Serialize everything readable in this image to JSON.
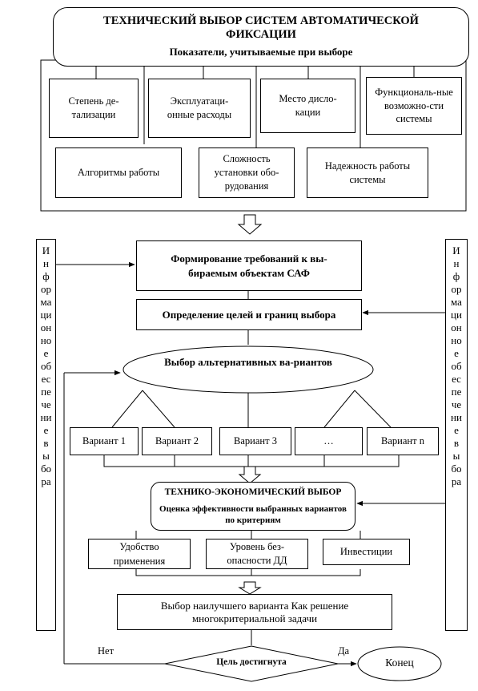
{
  "header": {
    "title": "ТЕХНИЧЕСКИЙ ВЫБОР СИСТЕМ АВТОМАТИЧЕСКОЙ ФИКСАЦИИ",
    "subtitle": "Показатели, учитываемые при выборе"
  },
  "indicators_row1": [
    "Степень де-тализации",
    "Эксплуатаци-онные расходы",
    "Место дисло-кации",
    "Функциональ-ные возможно-сти системы"
  ],
  "indicators_row2": [
    "Алгоритмы работы",
    "Сложность установки обо-рудования",
    "Надежность работы системы"
  ],
  "steps": {
    "requirements": "Формирование требований к вы-бираемым объектам САФ",
    "goals": "Определение целей и границ выбора",
    "alternatives": "Выбор альтернативных ва-риантов"
  },
  "variants": [
    "Вариант 1",
    "Вариант 2",
    "Вариант 3",
    "…",
    "Вариант n"
  ],
  "economic": {
    "title": "ТЕХНИКО-ЭКОНОМИЧЕСКИЙ ВЫБОР",
    "subtitle": "Оценка эффективности выбранных вариантов по критериям"
  },
  "criteria": [
    "Удобство применения",
    "Уровень без-опасности ДД",
    "Инвестиции"
  ],
  "best": "Выбор наилучшего варианта Как решение многокритериальной задачи",
  "decision": {
    "question": "Цель достигнута",
    "no": "Нет",
    "yes": "Да",
    "end": "Конец"
  },
  "side_label": "Информационное обеспечение выбора"
}
